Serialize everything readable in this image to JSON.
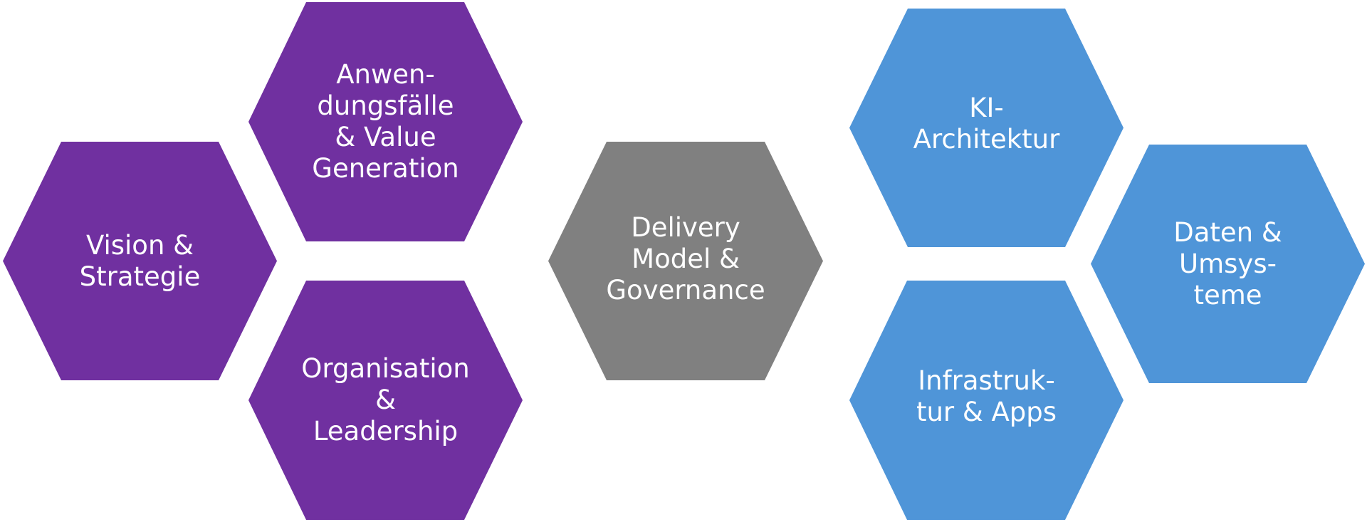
{
  "diagram": {
    "title": "",
    "colors": {
      "strategy": "#7030A0",
      "delivery": "#808080",
      "technology": "#4F95D8",
      "text": "#FFFFFF",
      "background": "#FFFFFF"
    },
    "groups": [
      {
        "name": "strategy",
        "hexagons": [
          {
            "id": "vision",
            "label": "Vision &\nStrategie"
          },
          {
            "id": "usecases",
            "label": "Anwen-\ndungsfälle\n& Value\nGeneration"
          },
          {
            "id": "org",
            "label": "Organisation\n&\nLeadership"
          }
        ]
      },
      {
        "name": "delivery",
        "hexagons": [
          {
            "id": "delivery",
            "label": "Delivery\nModel &\nGovernance"
          }
        ]
      },
      {
        "name": "technology",
        "hexagons": [
          {
            "id": "ki",
            "label": "KI-\nArchitektur"
          },
          {
            "id": "daten",
            "label": "Daten &\nUmsys-\nteme"
          },
          {
            "id": "infra",
            "label": "Infrastruk-\ntur & Apps"
          }
        ]
      }
    ]
  }
}
